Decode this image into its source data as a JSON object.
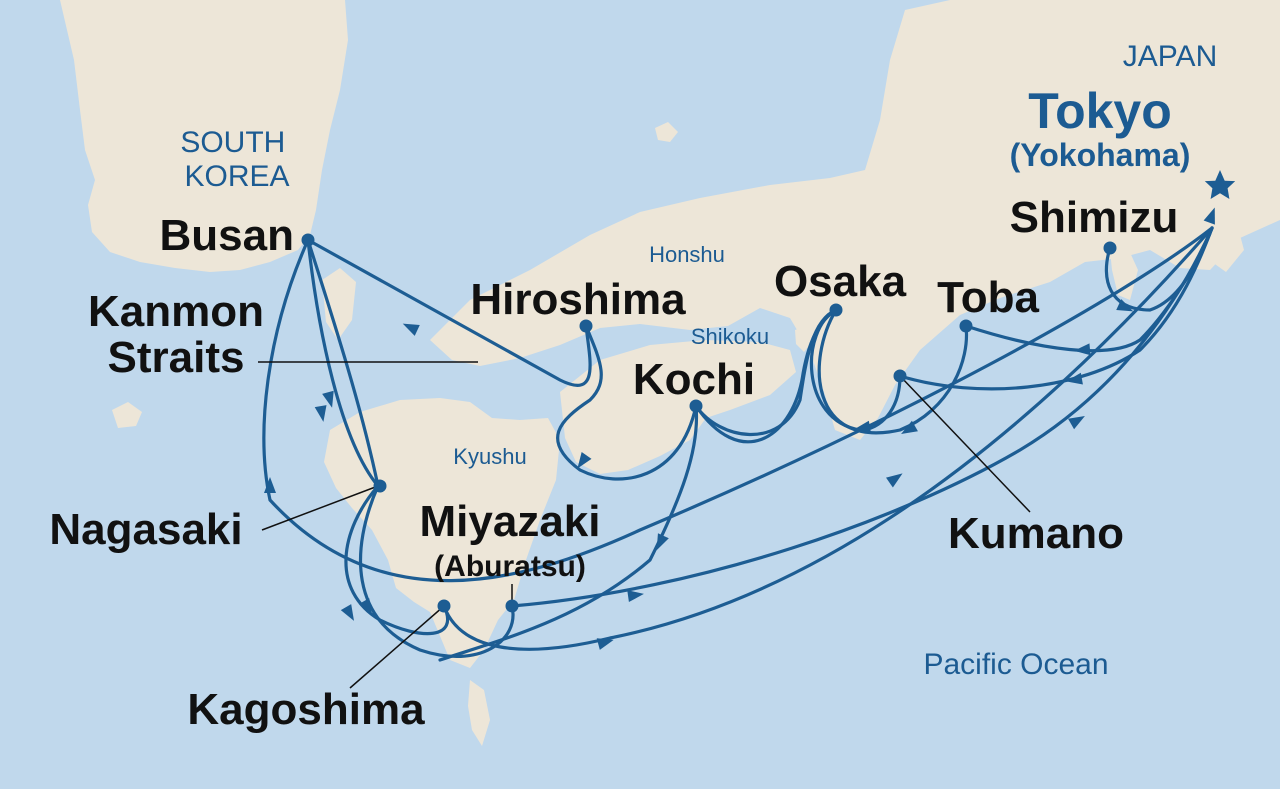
{
  "map": {
    "countries": {
      "south_korea": "SOUTH\nKOREA",
      "japan": "JAPAN"
    },
    "islands": {
      "honshu": "Honshu",
      "shikoku": "Shikoku",
      "kyushu": "Kyushu"
    },
    "ocean": "Pacific Ocean",
    "ports": {
      "tokyo": "Tokyo",
      "tokyo_sub": "(Yokohama)",
      "shimizu": "Shimizu",
      "busan": "Busan",
      "hiroshima": "Hiroshima",
      "osaka": "Osaka",
      "toba": "Toba",
      "kanmon_1": "Kanmon",
      "kanmon_2": "Straits",
      "kochi": "Kochi",
      "nagasaki": "Nagasaki",
      "miyazaki": "Miyazaki",
      "miyazaki_sub": "(Aburatsu)",
      "kumano": "Kumano",
      "kagoshima": "Kagoshima"
    },
    "colors": {
      "sea": "#c0d8ec",
      "land": "#ede6d8",
      "route": "#1d5d93",
      "label_blue": "#1c5b92",
      "port_text": "#111111"
    },
    "icons": {
      "home_port": "star-icon"
    }
  }
}
